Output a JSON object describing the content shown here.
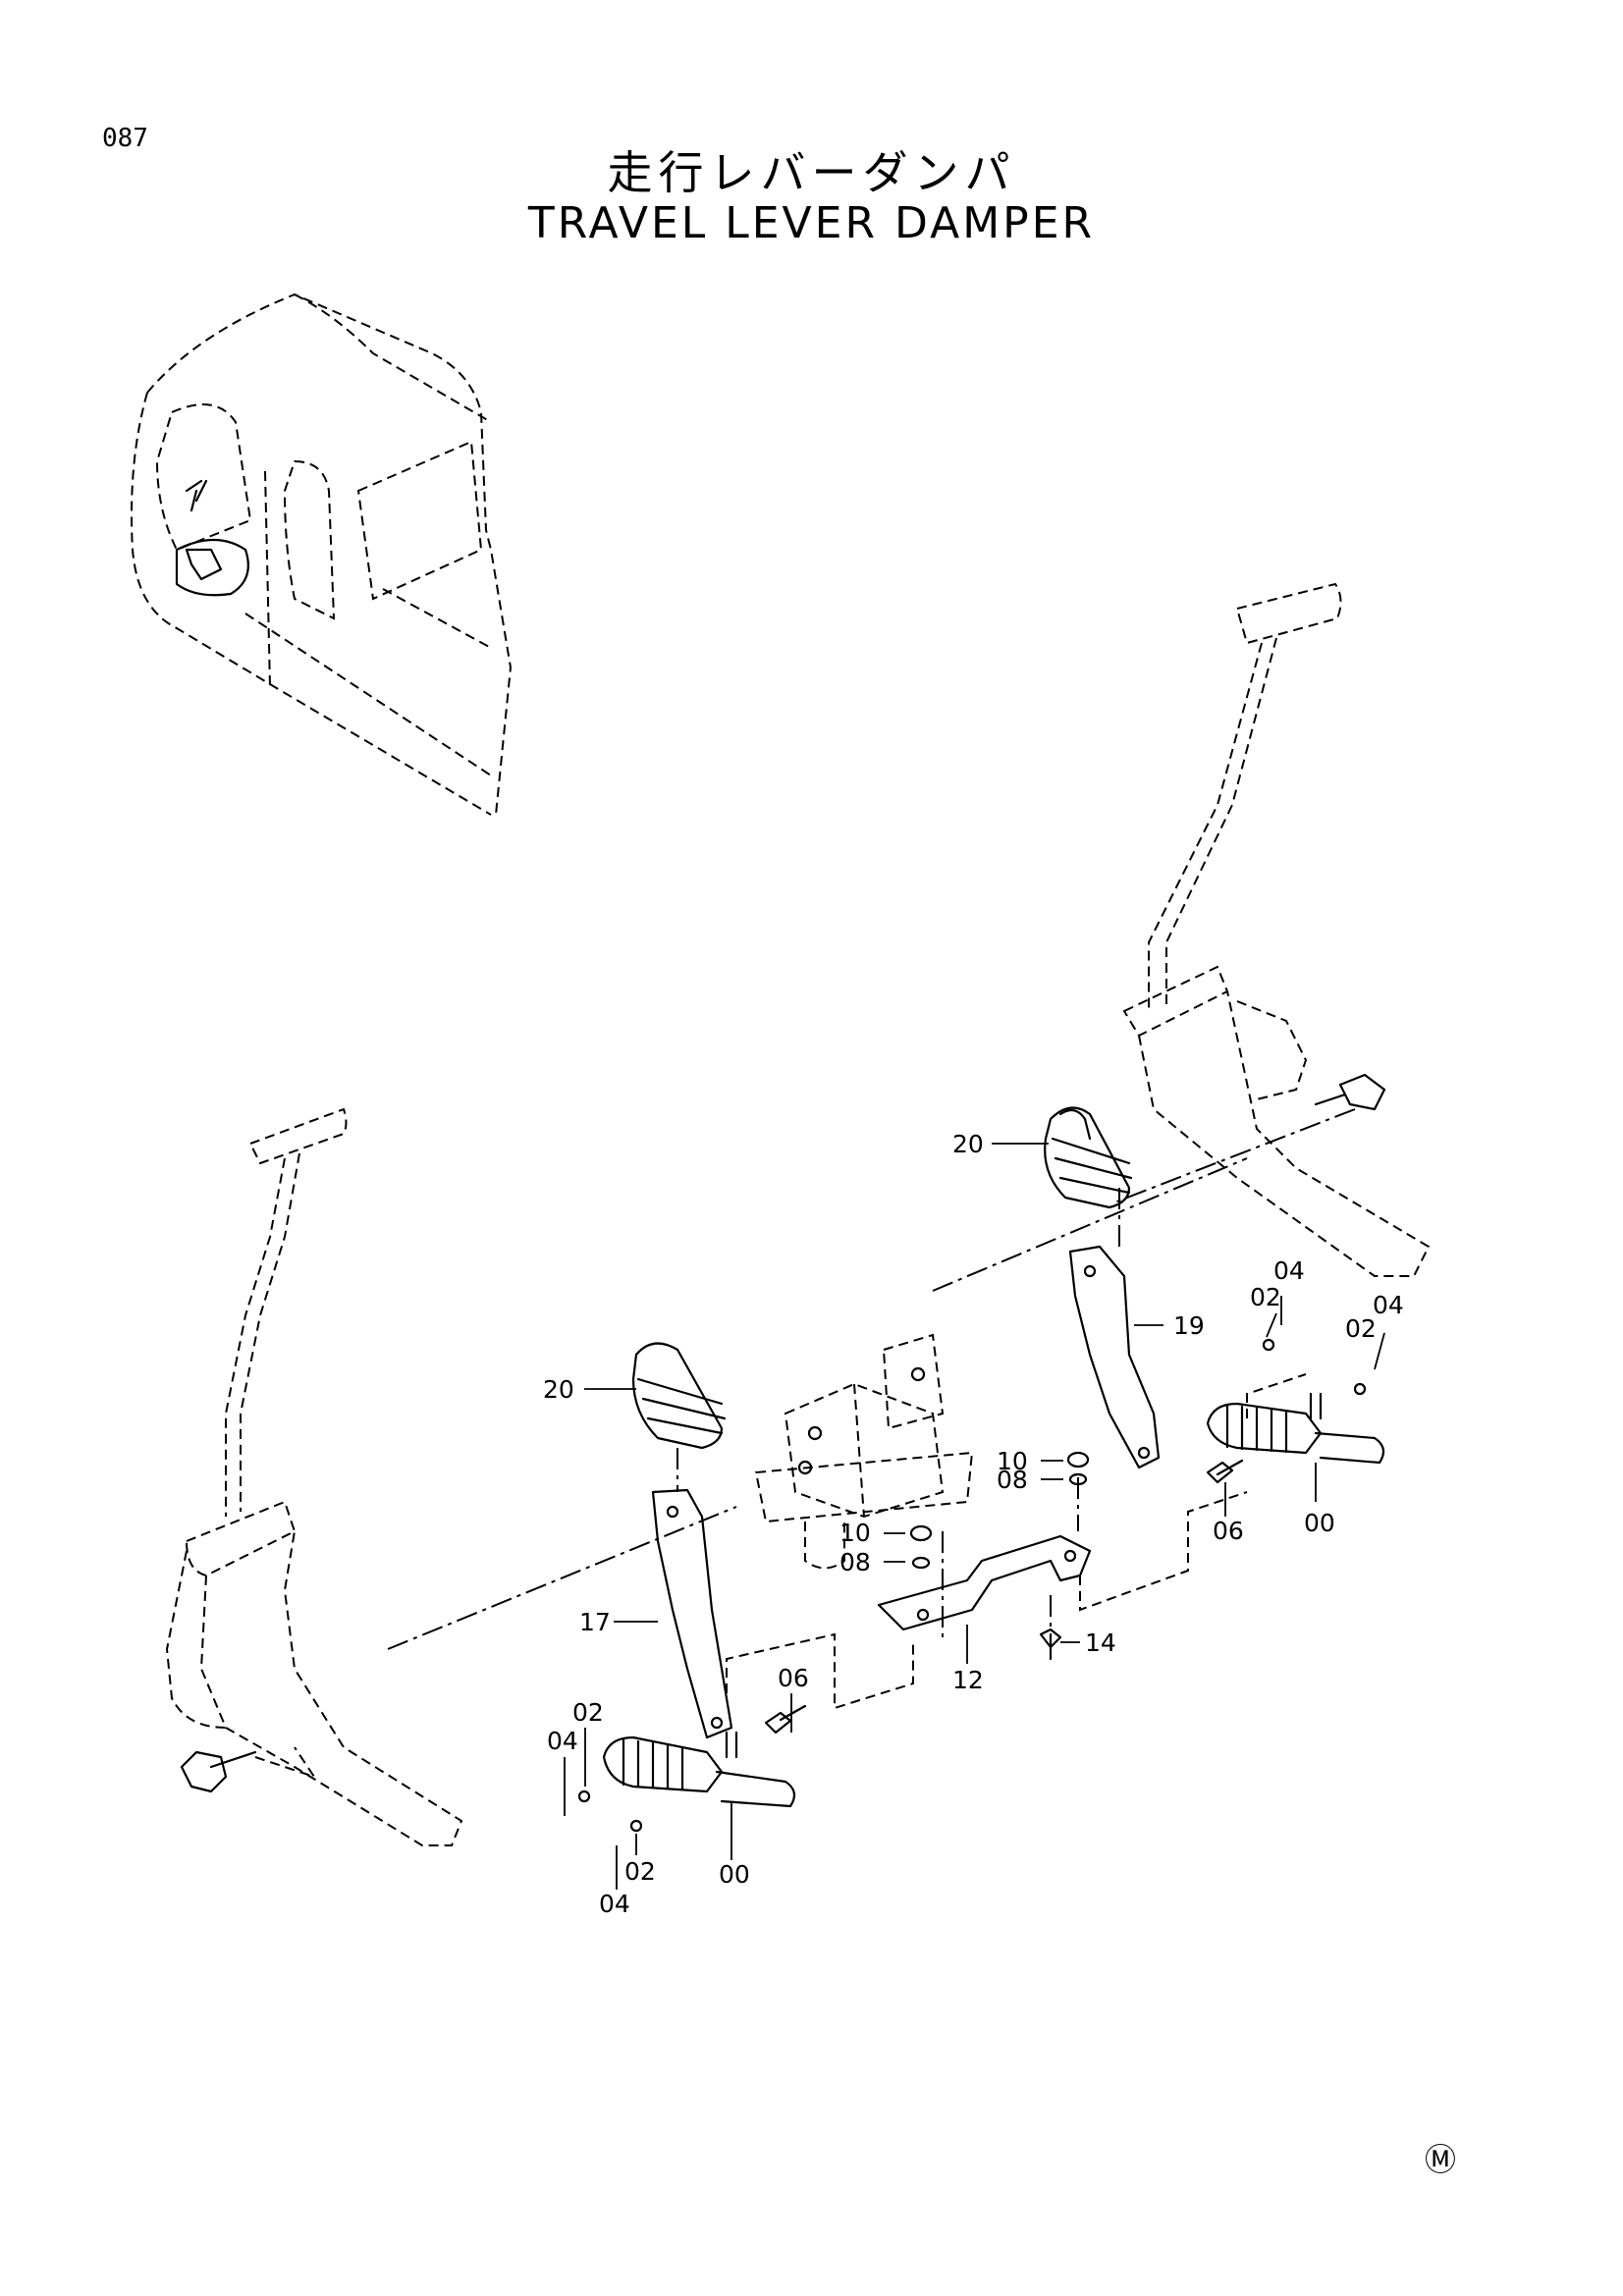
{
  "page_number": "087",
  "title_jp": "走行レバーダンパ",
  "title_en": "TRAVEL LEVER DAMPER",
  "corner_mark": "Ⓜ",
  "callouts": {
    "c20a": "20",
    "c20b": "20",
    "c19": "19",
    "c17": "17",
    "c04a": "04",
    "c02a": "02",
    "c02b": "02",
    "c04b": "04",
    "c10a": "10",
    "c08a": "08",
    "c10b": "10",
    "c08b": "08",
    "c06a": "06",
    "c00a": "00",
    "c14": "14",
    "c12": "12",
    "c06b": "06",
    "c02c": "02",
    "c04c": "04",
    "c02d": "02",
    "c04d": "04",
    "c00b": "00"
  }
}
